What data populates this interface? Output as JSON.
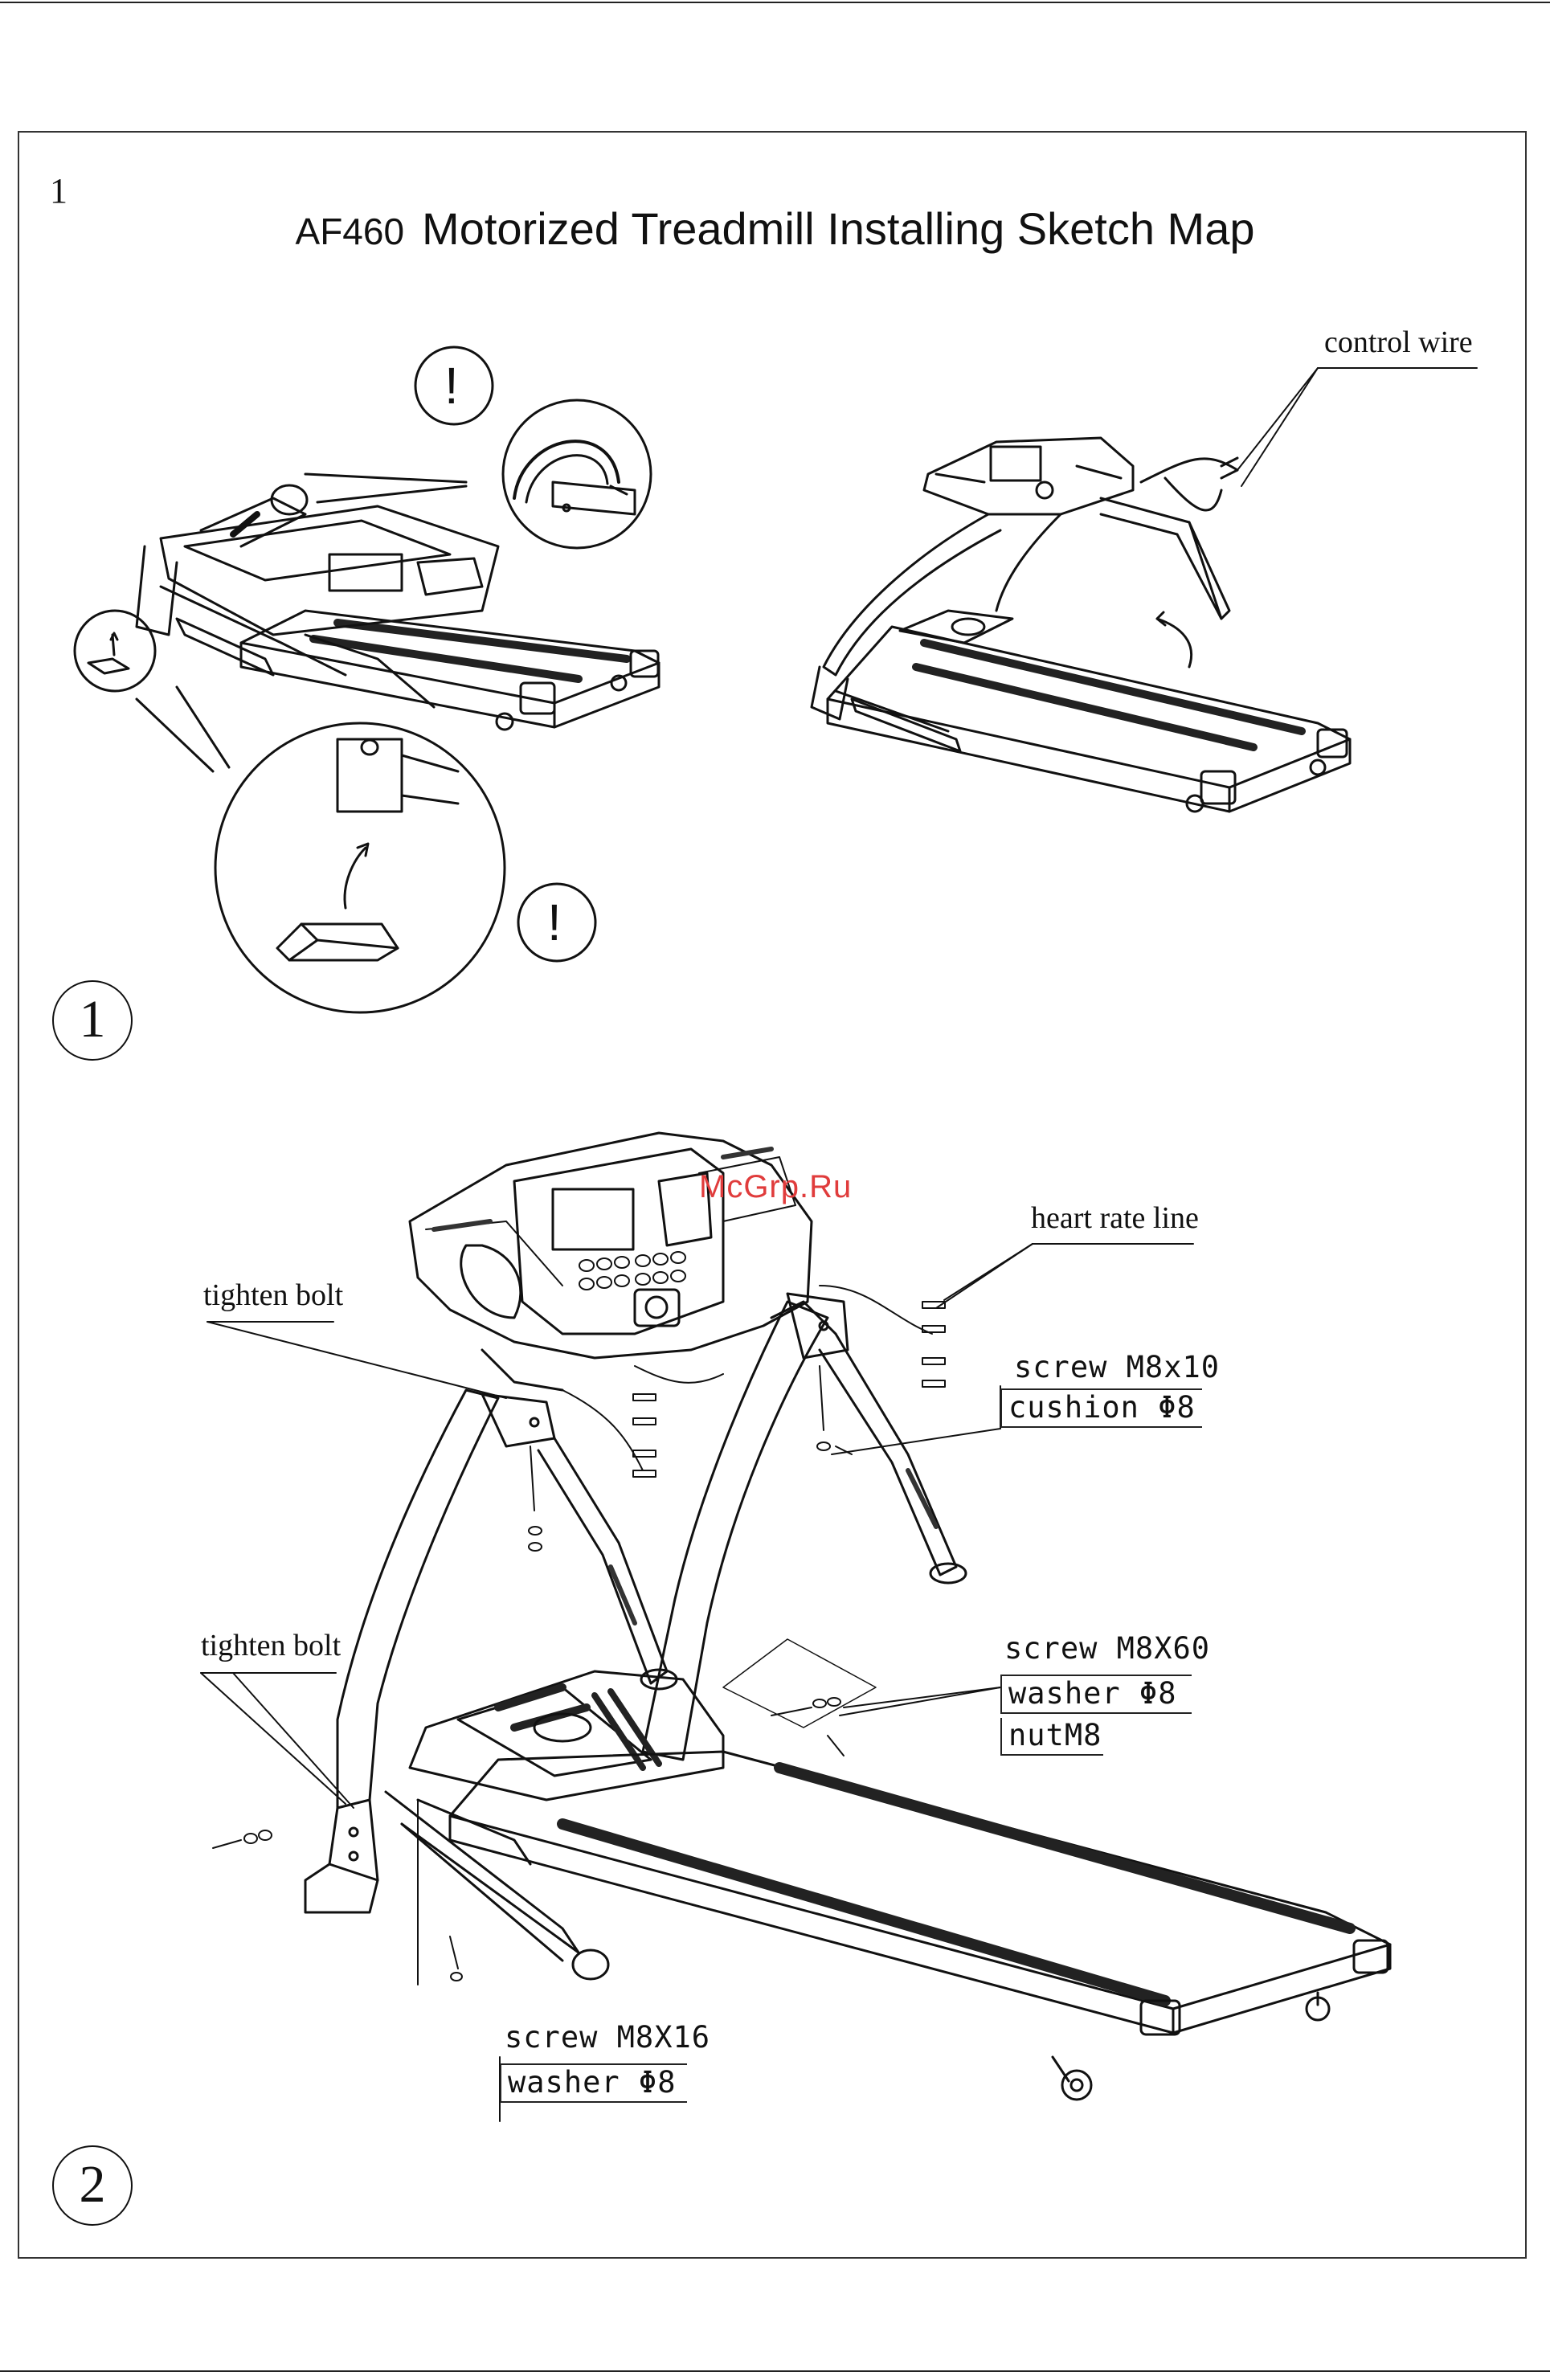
{
  "page_number": "1",
  "title": {
    "model": "AF460",
    "text": "Motorized Treadmill Installing Sketch Map"
  },
  "watermark": "McGrp.Ru",
  "steps": [
    "1",
    "2"
  ],
  "warning_mark": "!",
  "labels": {
    "control_wire": "control wire",
    "heart_rate_line": "heart rate line",
    "tighten_bolt_top": "tighten bolt",
    "tighten_bolt_bottom": "tighten bolt",
    "screw_m8x10": "screw M8x10",
    "cushion_8": "cushion Φ8",
    "screw_m8x60": "screw M8X60",
    "washer_8_right": "washer Φ8",
    "nut_m8": "nutM8",
    "screw_m8x16": "screw M8X16",
    "washer_8_bottom": "washer Φ8"
  }
}
